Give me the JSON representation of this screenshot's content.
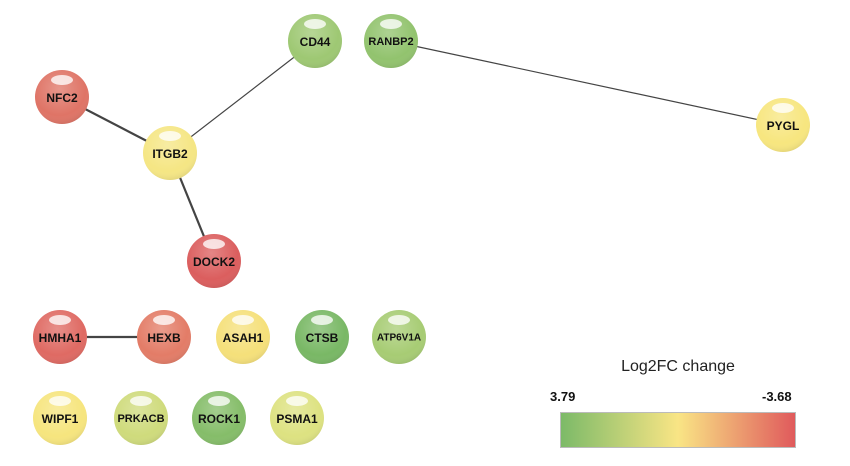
{
  "network": {
    "nodes": [
      {
        "id": "CD44",
        "label": "CD44",
        "color": "#9ec873"
      },
      {
        "id": "RANBP2",
        "label": "RANBP2",
        "color": "#92c36e"
      },
      {
        "id": "NFC2",
        "label": "NFC2",
        "color": "#df7466"
      },
      {
        "id": "ITGB2",
        "label": "ITGB2",
        "color": "#f5e684"
      },
      {
        "id": "PYGL",
        "label": "PYGL",
        "color": "#f7e67f"
      },
      {
        "id": "DOCK2",
        "label": "DOCK2",
        "color": "#db5e5e"
      },
      {
        "id": "HMHA1",
        "label": "HMHA1",
        "color": "#df6a63"
      },
      {
        "id": "HEXB",
        "label": "HEXB",
        "color": "#e37c67"
      },
      {
        "id": "ASAH1",
        "label": "ASAH1",
        "color": "#f5e07a"
      },
      {
        "id": "CTSB",
        "label": "CTSB",
        "color": "#79b865"
      },
      {
        "id": "ATP6V1A",
        "label": "ATP6V1A",
        "color": "#a7cc74"
      },
      {
        "id": "WIPF1",
        "label": "WIPF1",
        "color": "#f6e57e"
      },
      {
        "id": "PRKACB",
        "label": "PRKACB",
        "color": "#cfdb7c"
      },
      {
        "id": "ROCK1",
        "label": "ROCK1",
        "color": "#85bd69"
      },
      {
        "id": "PSMA1",
        "label": "PSMA1",
        "color": "#dde281"
      }
    ],
    "edges": [
      {
        "source": "NFC2",
        "target": "ITGB2"
      },
      {
        "source": "ITGB2",
        "target": "CD44"
      },
      {
        "source": "ITGB2",
        "target": "DOCK2"
      },
      {
        "source": "RANBP2",
        "target": "PYGL"
      },
      {
        "source": "HMHA1",
        "target": "HEXB"
      }
    ]
  },
  "legend": {
    "title": "Log2FC change",
    "min_label": "3.79",
    "max_label": "-3.68",
    "colors": [
      "#7cba68",
      "#f9e585",
      "#e05a5c"
    ]
  }
}
